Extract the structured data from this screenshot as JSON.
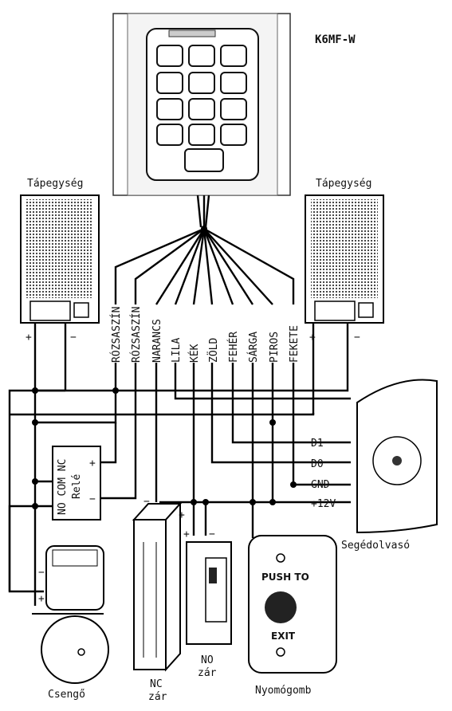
{
  "title": "K6MF-W",
  "labels": {
    "psu_left": "Tápegység",
    "psu_right": "Tápegység",
    "relay": "Relé",
    "relay_contacts": "NO COM NC",
    "bell": "Csengő",
    "nc_lock_line1": "NC",
    "nc_lock_line2": "zár",
    "no_lock_line1": "NO",
    "no_lock_line2": "zár",
    "exit_button": "Nyomógomb",
    "reader": "Segédolvasó",
    "push_to": "PUSH TO",
    "exit": "EXIT",
    "plus": "+",
    "minus": "−"
  },
  "wires": [
    "RÓZSASZÍN",
    "RÓZSASZÍN",
    "NARANCS",
    "LILA",
    "KÉK",
    "ZÖLD",
    "FEHÉR",
    "SÁRGA",
    "PIROS",
    "FEKETE"
  ],
  "reader_terminals": [
    "D1",
    "D0",
    "GND",
    "+12V"
  ]
}
